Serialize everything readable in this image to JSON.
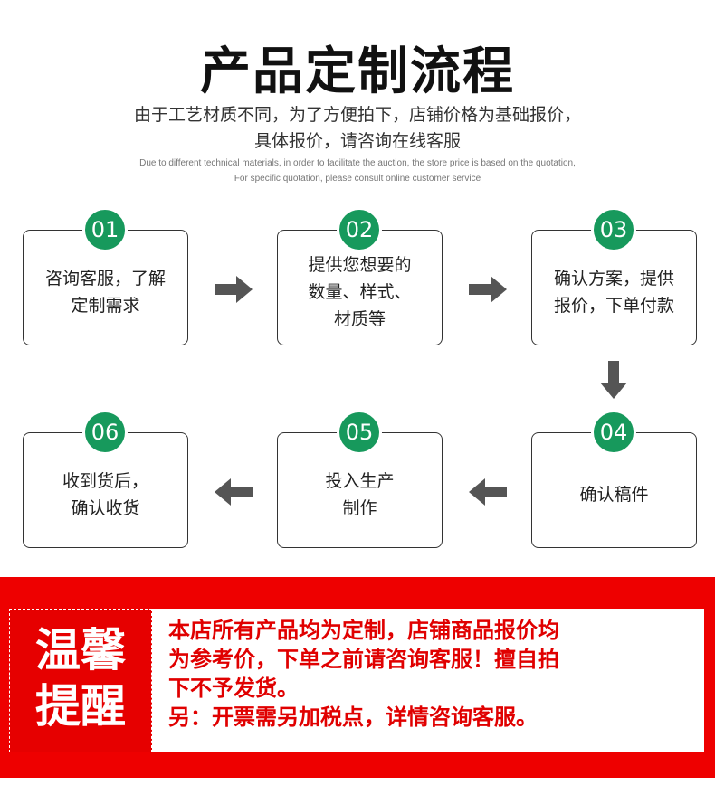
{
  "title": "产品定制流程",
  "subtitle": [
    "由于工艺材质不同，为了方便拍下，店铺价格为基础报价，",
    "具体报价，请咨询在线客服"
  ],
  "subtitle_en": [
    "Due to different technical materials, in order to facilitate the auction, the store price is based on the quotation,",
    "For specific quotation, please consult online customer service"
  ],
  "accent": "#17995c",
  "steps": [
    {
      "num": "01",
      "text": "咨询客服，了解\n定制需求"
    },
    {
      "num": "02",
      "text": "提供您想要的\n数量、样式、\n材质等"
    },
    {
      "num": "03",
      "text": "确认方案，提供\n报价，下单付款"
    },
    {
      "num": "04",
      "text": "确认稿件"
    },
    {
      "num": "05",
      "text": "投入生产\n制作"
    },
    {
      "num": "06",
      "text": "收到货后，\n确认收货"
    }
  ],
  "notice": {
    "label": "温馨\n提醒",
    "lines": [
      "本店所有产品均为定制，店铺商品报价均",
      "为参考价，下单之前请咨询客服！擅自拍",
      "下不予发货。",
      "另：开票需另加税点，详情咨询客服。"
    ]
  }
}
